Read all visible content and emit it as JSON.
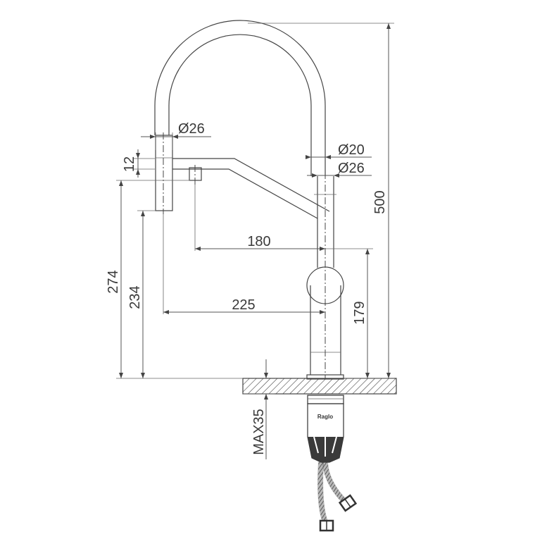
{
  "drawing": {
    "brand_label": "Raglo",
    "dimensions": {
      "spout_diameter_top": "Ø26",
      "spout_step": "12",
      "pipe_diameter_inner": "Ø20",
      "pipe_diameter_outer": "Ø26",
      "total_height": "500",
      "spout_reach_short": "180",
      "spout_reach_long": "225",
      "height_to_outlet_max": "274",
      "height_to_outlet_min": "234",
      "body_height": "179",
      "max_counter_thickness": "MAX35"
    },
    "colors": {
      "line": "#555555",
      "text": "#3a3a3a",
      "hatch": "#444444",
      "hose": "#555555"
    }
  }
}
